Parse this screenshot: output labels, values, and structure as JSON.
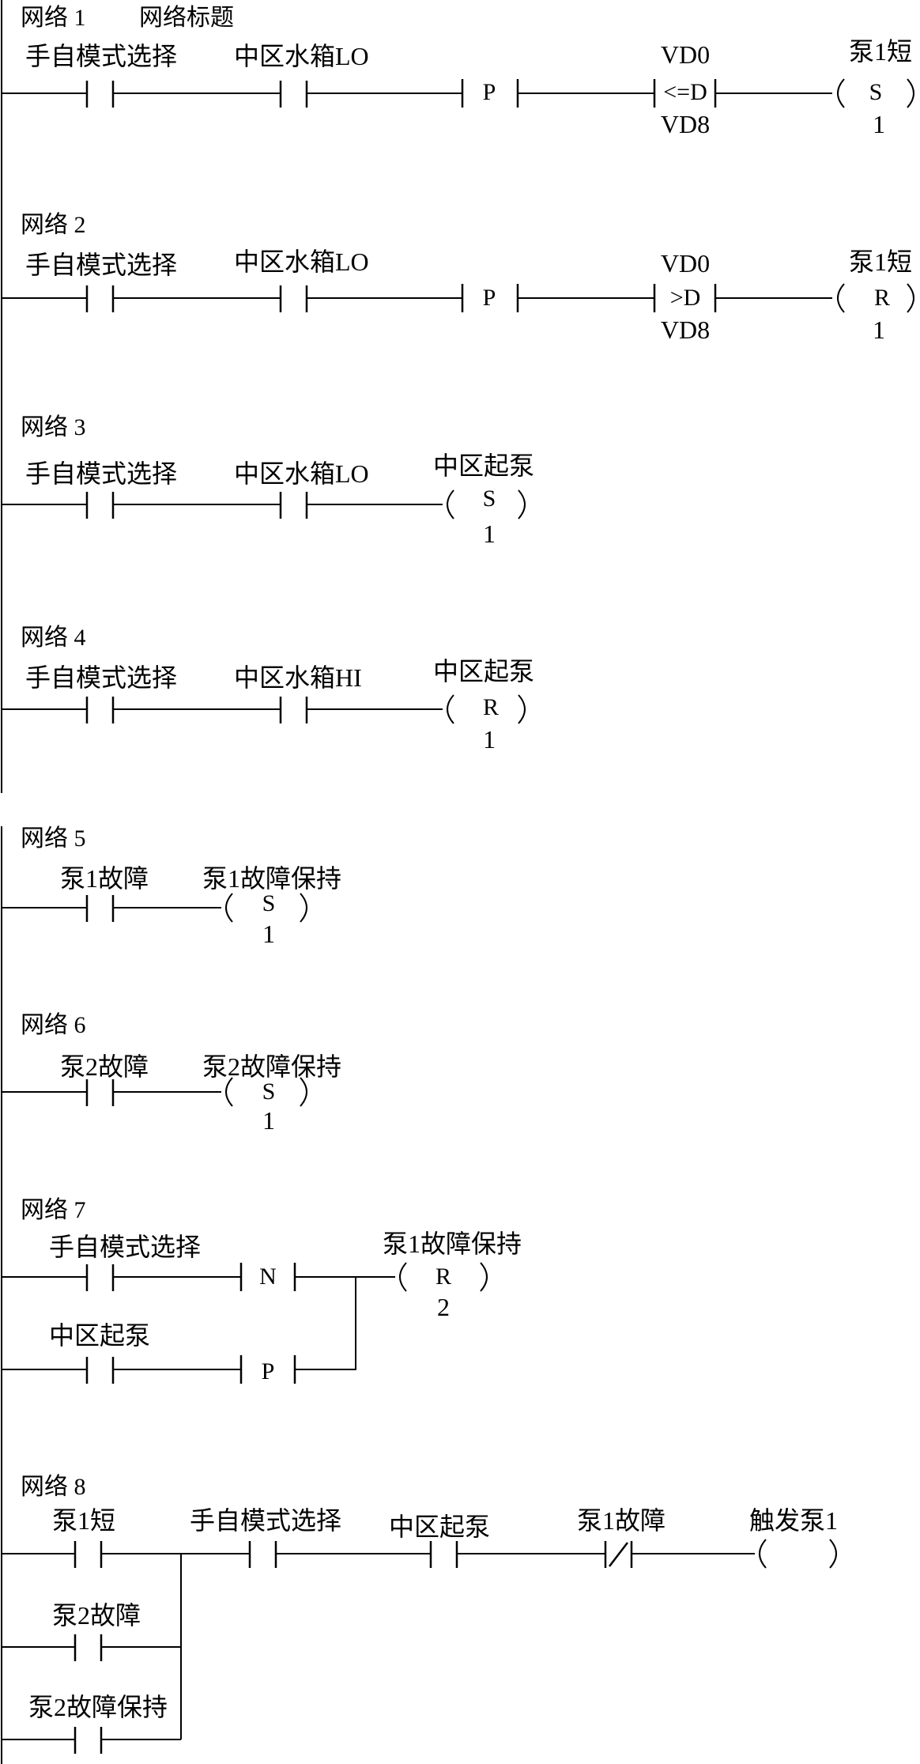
{
  "colors": {
    "ink": "#000000",
    "background": "#ffffff"
  },
  "networks": [
    {
      "header": "网络 1",
      "title": "网络标题",
      "labels": [
        "手自模式选择",
        "中区水箱LO",
        "P",
        "VD0",
        "<=D",
        "VD8",
        "泵1短",
        "S",
        "1"
      ]
    },
    {
      "header": "网络 2",
      "labels": [
        "手自模式选择",
        "中区水箱LO",
        "P",
        "VD0",
        ">D",
        "VD8",
        "泵1短",
        "R",
        "1"
      ]
    },
    {
      "header": "网络 3",
      "labels": [
        "手自模式选择",
        "中区水箱LO",
        "中区起泵",
        "S",
        "1"
      ]
    },
    {
      "header": "网络 4",
      "labels": [
        "手自模式选择",
        "中区水箱HI",
        "中区起泵",
        "R",
        "1"
      ]
    },
    {
      "header": "网络 5",
      "labels": [
        "泵1故障",
        "泵1故障保持",
        "S",
        "1"
      ]
    },
    {
      "header": "网络 6",
      "labels": [
        "泵2故障",
        "泵2故障保持",
        "S",
        "1"
      ]
    },
    {
      "header": "网络 7",
      "labels": [
        "手自模式选择",
        "N",
        "泵1故障保持",
        "R",
        "2",
        "中区起泵",
        "P"
      ]
    },
    {
      "header": "网络 8",
      "labels": [
        "泵1短",
        "手自模式选择",
        "中区起泵",
        "泵1故障",
        "触发泵1",
        "泵2故障",
        "泵2故障保持"
      ]
    }
  ]
}
